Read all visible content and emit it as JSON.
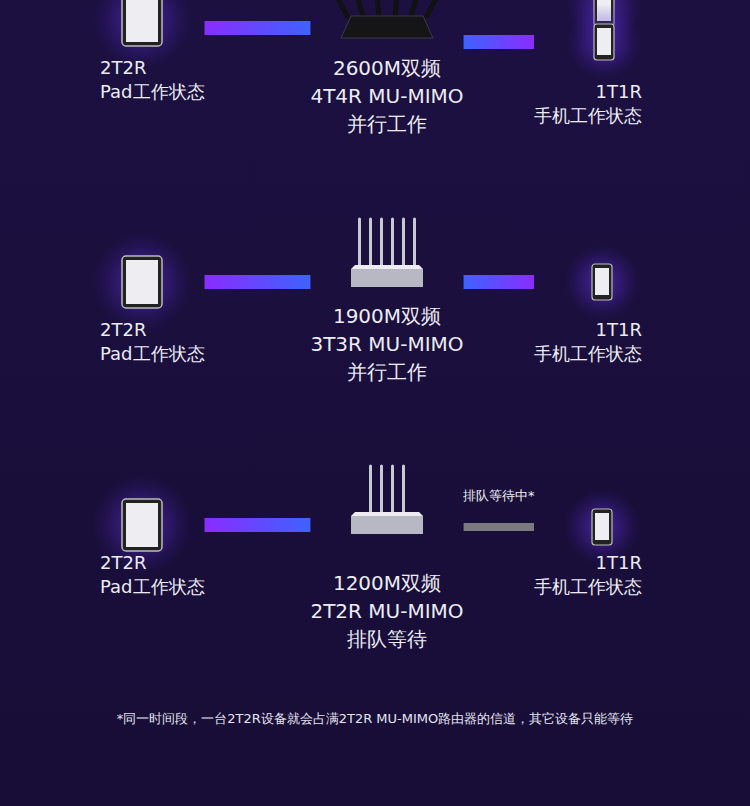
{
  "diagram": {
    "nodes": [
      {
        "text": [
          "2T2R",
          "Pad工作状态"
        ]
      },
      {
        "text": [
          "2600M双频",
          "4T4R MU-MIMO",
          "并行工作"
        ]
      },
      {
        "text": [
          "1T1R",
          "手机工作状态"
        ]
      },
      {
        "text": [
          "2T2R",
          "Pad工作状态"
        ]
      },
      {
        "text": [
          "1900M双频",
          "3T3R MU-MIMO",
          "并行工作"
        ]
      },
      {
        "text": [
          "1T1R",
          "手机工作状态"
        ]
      },
      {
        "text": [
          "2T2R",
          "Pad工作状态"
        ]
      },
      {
        "text": [
          "1200M双频",
          "2T2R MU-MIMO",
          "排队等待"
        ]
      },
      {
        "text": [
          "1T1R",
          "手机工作状态"
        ]
      }
    ],
    "edges": [
      {
        "from": 0,
        "to": 1,
        "arrow": "none"
      },
      {
        "from": 1,
        "to": 2,
        "arrow": "none"
      },
      {
        "from": 3,
        "to": 4,
        "arrow": "none"
      },
      {
        "from": 4,
        "to": 5,
        "arrow": "none"
      },
      {
        "from": 6,
        "to": 7,
        "arrow": "none"
      },
      {
        "from": 7,
        "to": 8,
        "label": "排队等待中*",
        "arrow": "none"
      }
    ],
    "labels": [
      "*同一时间段，一台2T2R设备就会占满2T2R MU-MIMO路由器的信道，其它设备只能等待"
    ]
  }
}
